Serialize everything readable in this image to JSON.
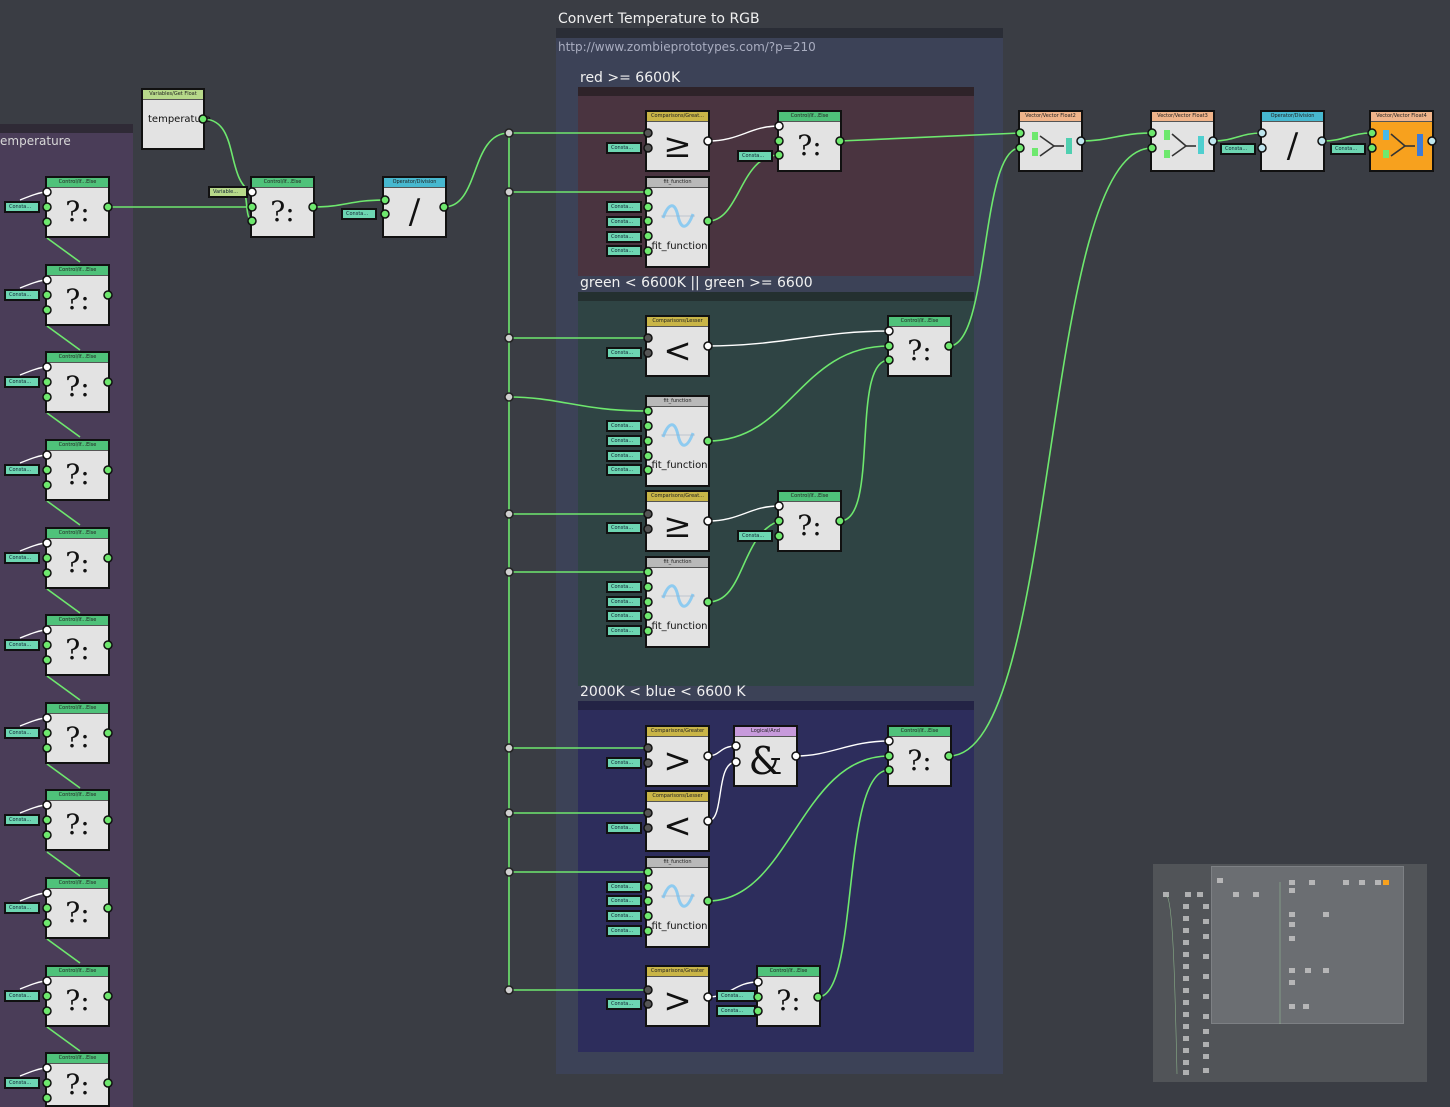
{
  "canvas": {
    "main_group": {
      "title": "Convert Temperature to RGB",
      "url": "http://www.zombieprototypes.com/?p=210",
      "subgroups": [
        {
          "id": "red",
          "title": "red >= 6600K",
          "color": "#4a3440"
        },
        {
          "id": "green",
          "title": "green < 6600K ||  green >= 6600",
          "color": "#2f4444"
        },
        {
          "id": "blue",
          "title": "2000K < blue < 6600 K",
          "color": "#2d2d5c"
        }
      ]
    },
    "left_group": {
      "title": "emperature"
    }
  },
  "labels": {
    "constant": "Consta...",
    "variable_ref": "Variable...",
    "fit_function": "fit_function",
    "temperature": "temperature"
  },
  "node_headers": {
    "get_float": "Variables/Get Float",
    "if_else": "Control/If...Else",
    "division": "Operator/Division",
    "greater_equal": "Comparisons/Great...",
    "greater": "Comparisons/Greater",
    "lesser": "Comparisons/Lesser",
    "fit": "fit_function",
    "logical_and": "Logical/And",
    "vector_float2": "Vector/Vector Float2",
    "vector_float3": "Vector/Vector Float3",
    "vector_float4": "Vector/Vector Float4"
  },
  "symbols": {
    "ternary": "?:",
    "divide": "/",
    "gte": "≥",
    "lt": "<",
    "gt": ">",
    "and": "&"
  },
  "colors": {
    "background": "#3a3d44",
    "wire": "#6ee86e",
    "header_green": "#4fc27a",
    "header_cyan": "#47b8cf",
    "header_yellow": "#c9b547",
    "header_gray": "#b9b9b9",
    "header_purple": "#c79adb",
    "header_orange": "#f0b48a",
    "output_node": "#f7a11e",
    "constant": "#6dd6b2",
    "variable": "#b7d98a"
  }
}
